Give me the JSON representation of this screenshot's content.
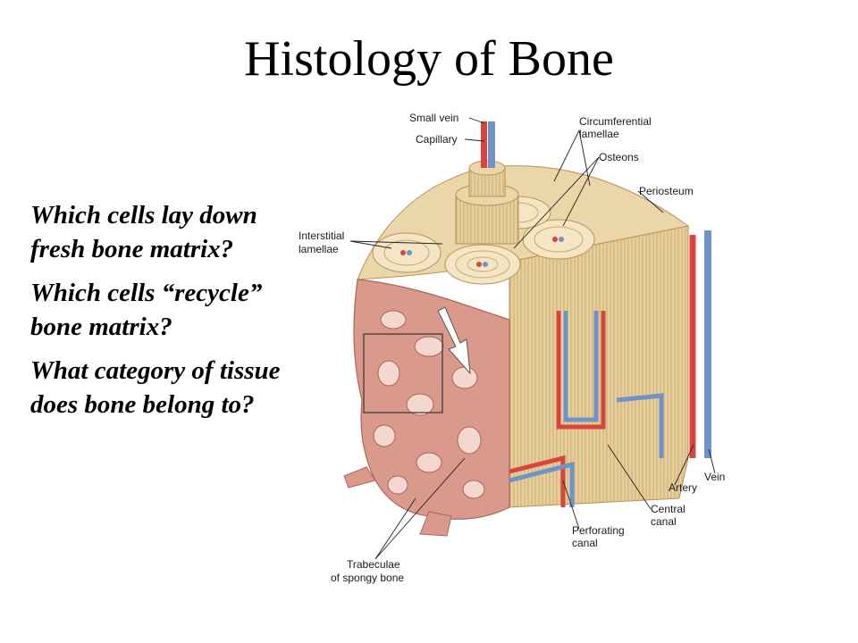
{
  "title": "Histology of Bone",
  "questions": [
    "Which cells lay down fresh bone matrix?",
    "Which cells “recycle” bone matrix?",
    "What category of tissue does bone belong to?"
  ],
  "diagram": {
    "labels": {
      "small_vein": "Small vein",
      "capillary": "Capillary",
      "circumferential_1": "Circumferential",
      "circumferential_2": "lamellae",
      "osteons": "Osteons",
      "periosteum": "Periosteum",
      "interstitial_1": "Interstitial",
      "interstitial_2": "lamellae",
      "vein": "Vein",
      "artery": "Artery",
      "central_1": "Central",
      "central_2": "canal",
      "perforating_1": "Perforating",
      "perforating_2": "canal",
      "trabeculae_1": "Trabeculae",
      "trabeculae_2": "of spongy bone"
    },
    "colors": {
      "bone_tan": "#e6cf9c",
      "bone_dark": "#c9a66b",
      "spongy_pink": "#d99a8c",
      "artery_red": "#d8453f",
      "vein_blue": "#6f93c6"
    }
  }
}
